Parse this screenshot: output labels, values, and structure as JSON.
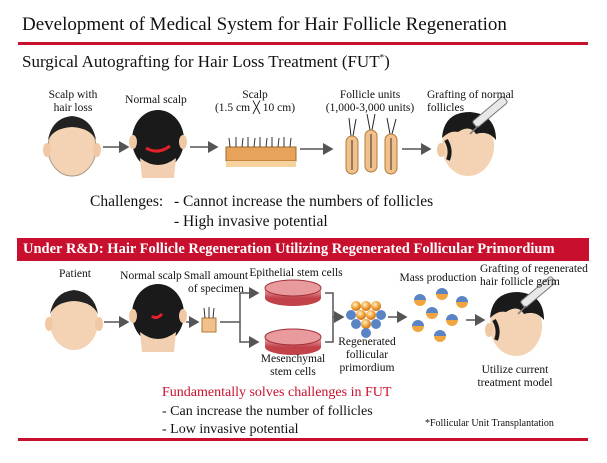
{
  "title": "Development of  Medical System for Hair Follicle Regeneration",
  "fut": {
    "heading": "Surgical Autografting for Hair Loss Treatment (FUT",
    "heading_mark": "*",
    "heading_close": ")",
    "labels": {
      "scalp_loss_1": "Scalp with",
      "scalp_loss_2": "hair loss",
      "normal_scalp": "Normal scalp",
      "scalp_1": "Scalp",
      "scalp_2": "(1.5 cm ╳ 10 cm)",
      "follicle_units_1": "Follicle units",
      "follicle_units_2": "(1,000-3,000  units)",
      "grafting_1": "Grafting  of normal",
      "grafting_2": "follicles"
    },
    "challenges_label": "Challenges:",
    "challenges": [
      "-  Cannot increase the numbers of follicles",
      "-  High invasive potential"
    ]
  },
  "rnd": {
    "banner": "Under R&D: Hair Follicle Regeneration Utilizing Regenerated Follicular Primordium",
    "labels": {
      "patient": "Patient",
      "normal_scalp": "Normal scalp",
      "small_amount_1": "Small amount",
      "small_amount_2": "of specimen",
      "epithelial": "Epithelial stem cells",
      "mesenchymal_1": "Mesenchymal",
      "mesenchymal_2": "stem cells",
      "regen_1": "Regenerated",
      "regen_2": "follicular",
      "regen_3": "primordium",
      "mass": "Mass production",
      "graft_1": "Grafting  of regenerated",
      "graft_2": "hair follicle germ",
      "utilize_1": "Utilize current",
      "utilize_2": "treatment model"
    },
    "solution_head": "Fundamentally solves challenges in FUT",
    "solutions": [
      "- Can increase the number of follicles",
      "- Low invasive potential"
    ]
  },
  "footnote": "*Follicular Unit Transplantation",
  "colors": {
    "accent": "#c8102e"
  }
}
